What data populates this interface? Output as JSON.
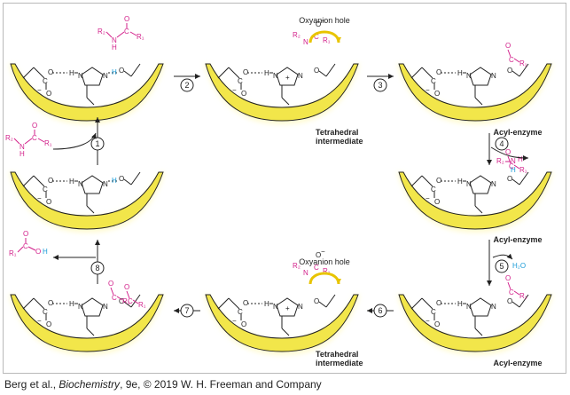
{
  "credit": {
    "prefix": "Berg et al., ",
    "book": "Biochemistry",
    "suffix": ", 9e, © 2019 W. H. Freeman and Company"
  },
  "steps": [
    "1",
    "2",
    "3",
    "4",
    "5",
    "6",
    "7",
    "8"
  ],
  "labels": {
    "oxyanion_hole": "Oxyanion hole",
    "tetrahedral": "Tetrahedral",
    "intermediate": "intermediate",
    "acyl_enzyme": "Acyl-enzyme"
  },
  "atoms": {
    "R1": "R₁",
    "R2": "R₂",
    "N": "N",
    "H": "H",
    "O": "O",
    "C": "C",
    "minus": "−",
    "plus": "+",
    "water": "H₂O"
  },
  "colors": {
    "pocket": "#f2e64a",
    "pocket_glow": "#fffbd0",
    "substrate": "#d21f8a",
    "water": "#1a9bd7",
    "line": "#222222",
    "frame": "#b9b9b9"
  }
}
